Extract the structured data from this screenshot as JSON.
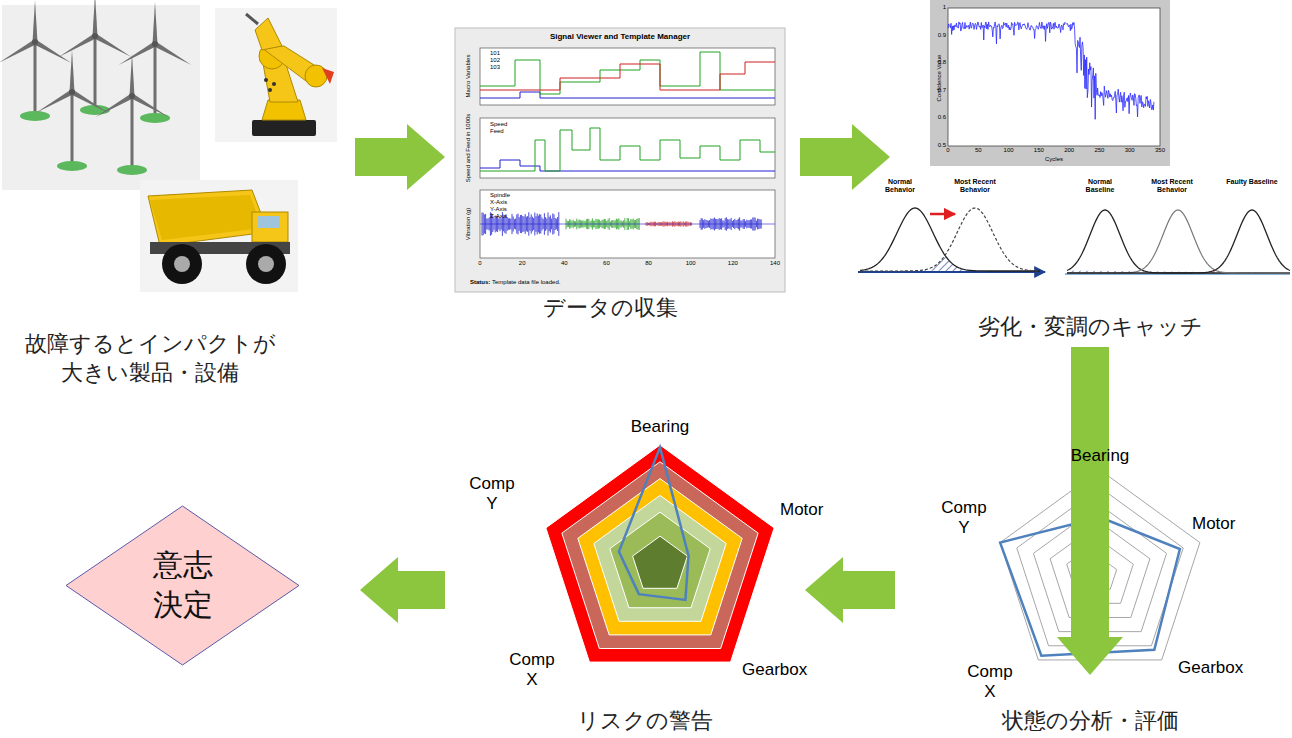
{
  "diagram": {
    "nodes": [
      {
        "text": [
          "故障するとインパクトが 大きい製品・設備"
        ]
      },
      {
        "text": [
          "データの収集"
        ]
      },
      {
        "text": [
          "劣化・変調のキャッチ"
        ]
      },
      {
        "text": [
          "状態の分析・評価"
        ]
      },
      {
        "text": [
          "リスクの警告"
        ]
      },
      {
        "text": [
          "意志 決定"
        ]
      }
    ],
    "edges": [
      {
        "from": 0,
        "to": 1,
        "arrow": "to"
      },
      {
        "from": 1,
        "to": 2,
        "arrow": "to"
      },
      {
        "from": 2,
        "to": 3,
        "arrow": "to"
      },
      {
        "from": 3,
        "to": 4,
        "arrow": "to"
      },
      {
        "from": 4,
        "to": 5,
        "arrow": "to"
      }
    ],
    "labels": [
      "Signal Viewer and Template Manager",
      "101",
      "102",
      "103",
      "Macro Variables",
      "Speed",
      "Feed",
      "Speed and Feed in 1000s",
      "Spindle",
      "X-Axis",
      "Y-Axis",
      "Z-Axis",
      "Vibration (g)",
      "Status:",
      "Template data file loaded.",
      "0",
      "20",
      "40",
      "60",
      "80",
      "100",
      "120",
      "140",
      "Confidence Value",
      "Cycles",
      "0",
      "50",
      "100",
      "150",
      "200",
      "250",
      "300",
      "350",
      "0.5",
      "0.6",
      "0.7",
      "0.8",
      "0.9",
      "1",
      "Normal Behavior",
      "Most Recent Behavior",
      "Normal Baseline",
      "Most Recent Behavior",
      "Faulty Baseline",
      "Bearing",
      "Motor",
      "Gearbox",
      "Comp X",
      "Comp Y",
      "Bearing",
      "Motor",
      "Gearbox",
      "Comp X",
      "Comp Y"
    ]
  }
}
